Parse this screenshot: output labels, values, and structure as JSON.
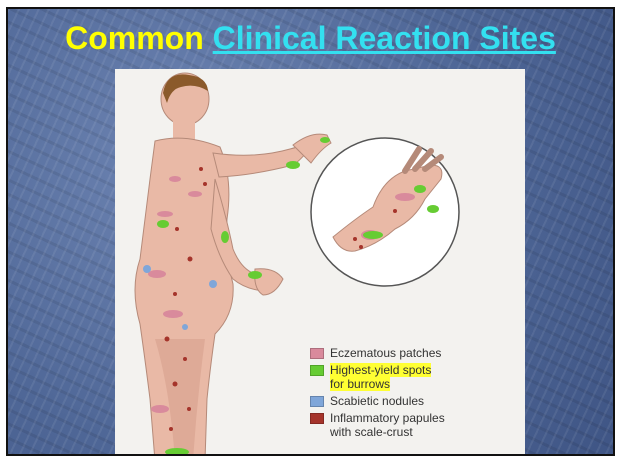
{
  "title": {
    "part1": "Common",
    "part2": "Clinical Reaction Sites"
  },
  "legend": {
    "items": [
      {
        "label_line1": "Eczematous patches",
        "label_line2": "",
        "color": "#d98a9c"
      },
      {
        "label_line1": "Highest-yield spots",
        "label_line2": "for burrows",
        "color": "#66cc33",
        "highlight": "#ffff33"
      },
      {
        "label_line1": "Scabietic nodules",
        "label_line2": "",
        "color": "#7fa6d9"
      },
      {
        "label_line1": "Inflammatory papules",
        "label_line2": "with scale-crust",
        "color": "#a5342b"
      }
    ]
  },
  "colors": {
    "slide_background": "#4f6797",
    "title_yellow": "#ffff00",
    "title_cyan": "#33e0f0",
    "skin": "#e9b9a6"
  }
}
